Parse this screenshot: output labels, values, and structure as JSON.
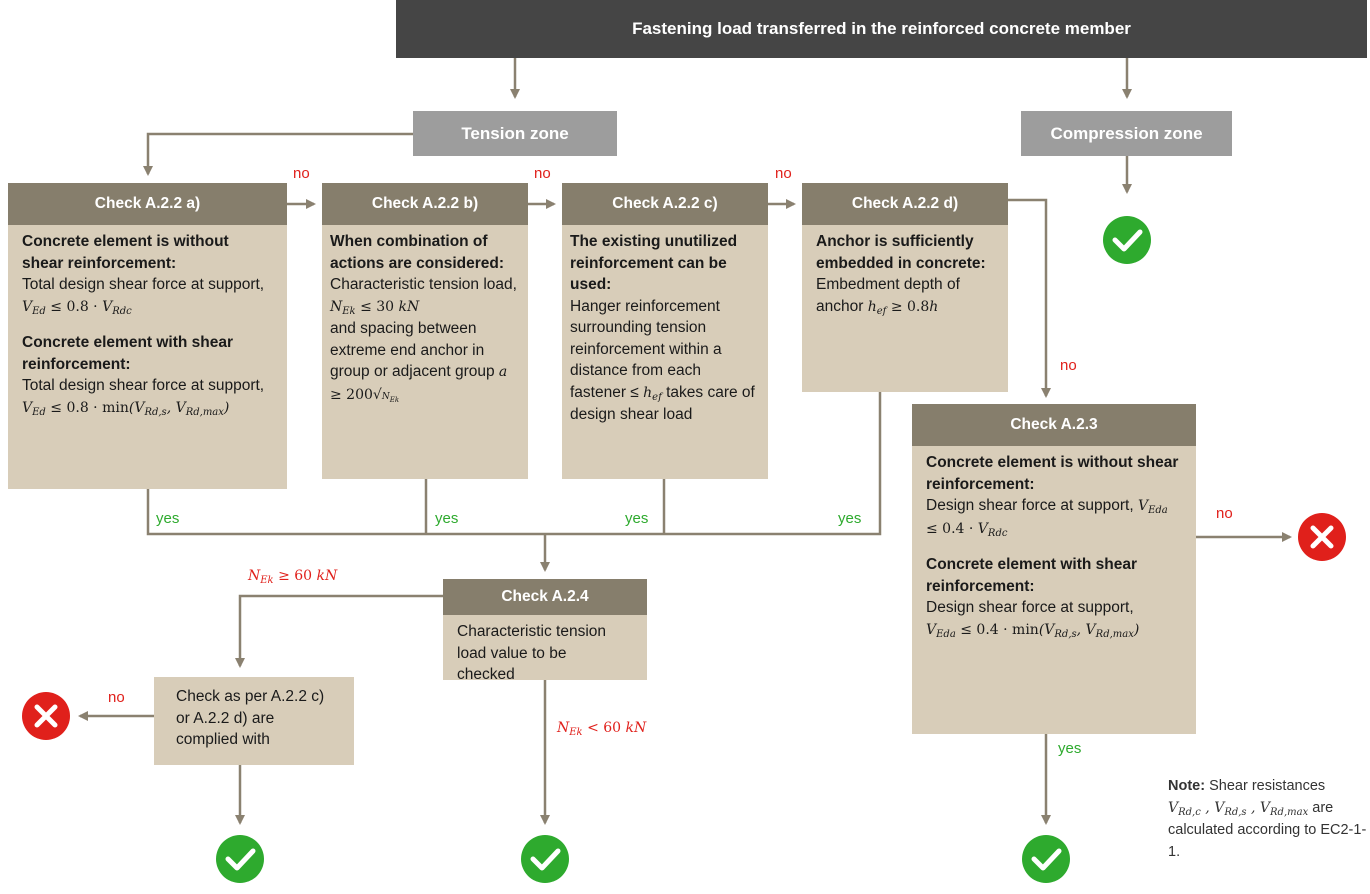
{
  "top_title": "Fastening load transferred in the reinforced concrete member",
  "tension_zone": "Tension zone",
  "compression_zone": "Compression zone",
  "check_a": {
    "title": "Check A.2.2 a)",
    "h1": "Concrete element is without shear reinforcement:",
    "t1": "Total design shear force at support,",
    "h2": "Concrete element with shear reinforcement:",
    "t2": "Total design shear force at support,"
  },
  "check_b": {
    "title": "Check A.2.2 b)",
    "h1": "When combination of actions are considered:",
    "t1": "Characteristic tension load,",
    "t2": "and spacing between extreme end anchor in group or adjacent group"
  },
  "check_c": {
    "title": "Check A.2.2 c)",
    "h1": "The existing unutilized reinforcement can be used:",
    "t1": "Hanger reinforcement surrounding tension reinforcement within a distance from each fastener ≤",
    "t2": "takes care of design shear load"
  },
  "check_d": {
    "title": "Check A.2.2 d)",
    "h1": "Anchor is sufficiently embedded in concrete:",
    "t1": "Embedment depth of anchor"
  },
  "check_23": {
    "title": "Check A.2.3",
    "h1": "Concrete element is without shear reinforcement:",
    "t1": "Design shear force at support,",
    "h2": "Concrete element with shear reinforcement:",
    "t2": "Design shear force at support,"
  },
  "check_24": {
    "title": "Check A.2.4",
    "text": "Characteristic tension load value to be checked"
  },
  "check_cd": {
    "text": "Check as per A.2.2 c) or A.2.2 d) are complied with"
  },
  "labels": {
    "no": "no",
    "yes": "yes"
  },
  "conditions": {
    "high": "≥ 60",
    "low": "< 60",
    "unit": "kN"
  },
  "note": {
    "bold": "Note:",
    "text1": "Shear resistances",
    "text2": "are calculated according to EC2-1-1."
  },
  "colors": {
    "top_bar": "#454545",
    "zone": "#9d9d9d",
    "box_header": "#867e6c",
    "box_body": "#d8cdb9",
    "arrow": "#8a8170",
    "pass": "#2eaa2e",
    "fail": "#e0201b"
  }
}
